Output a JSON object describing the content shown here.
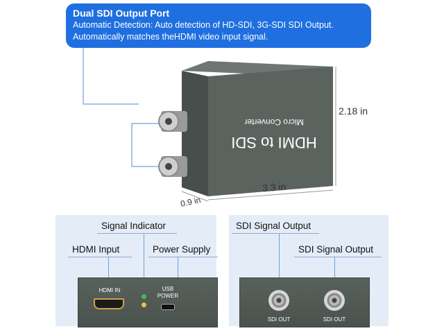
{
  "callout": {
    "title": "Dual SDI Output Port",
    "line1": "Automatic Detection: Auto detection of HD-SDI, 3G-SDI SDI Output.",
    "line2": "Automatically matches theHDMI video input signal."
  },
  "device": {
    "label_top": "HDMI to SDI",
    "label_sub": "Micro Converter"
  },
  "dimensions": {
    "height": "2.18 in",
    "width": "3.3 in",
    "depth": "0.9 in"
  },
  "left_panel": {
    "signal_indicator": "Signal Indicator",
    "hdmi_input": "HDMI Input",
    "power_supply": "Power Supply",
    "port_hdmi_in": "HDMI IN",
    "port_usb_1": "USB",
    "port_usb_2": "POWER"
  },
  "right_panel": {
    "sdi_output_1": "SDI Signal Output",
    "sdi_output_2": "SDI Signal Output",
    "port_sdi_out_1": "SDI OUT",
    "port_sdi_out_2": "SDI OUT"
  },
  "colors": {
    "accent": "#1f6fe0",
    "device": "#535b57",
    "panel": "#e4ecf7"
  }
}
